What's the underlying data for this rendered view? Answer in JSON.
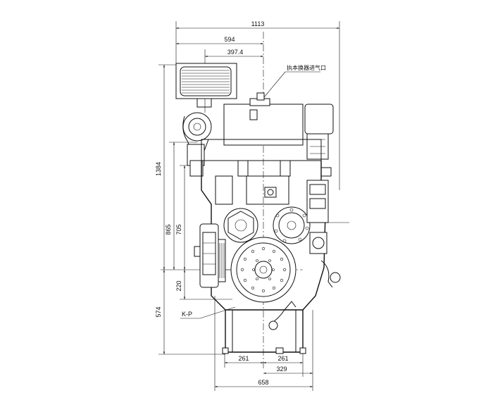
{
  "dimensions": {
    "overall_width": "1113",
    "top_594": "594",
    "top_397": "397.4",
    "height_1384": "1384",
    "height_865": "865",
    "height_705": "705",
    "height_220": "220",
    "height_574": "574",
    "bottom_261_left": "261",
    "bottom_261_right": "261",
    "bottom_329": "329",
    "bottom_658": "658"
  },
  "labels": {
    "callout_top": "执本换器进气口",
    "callout_kp": "K-P"
  }
}
